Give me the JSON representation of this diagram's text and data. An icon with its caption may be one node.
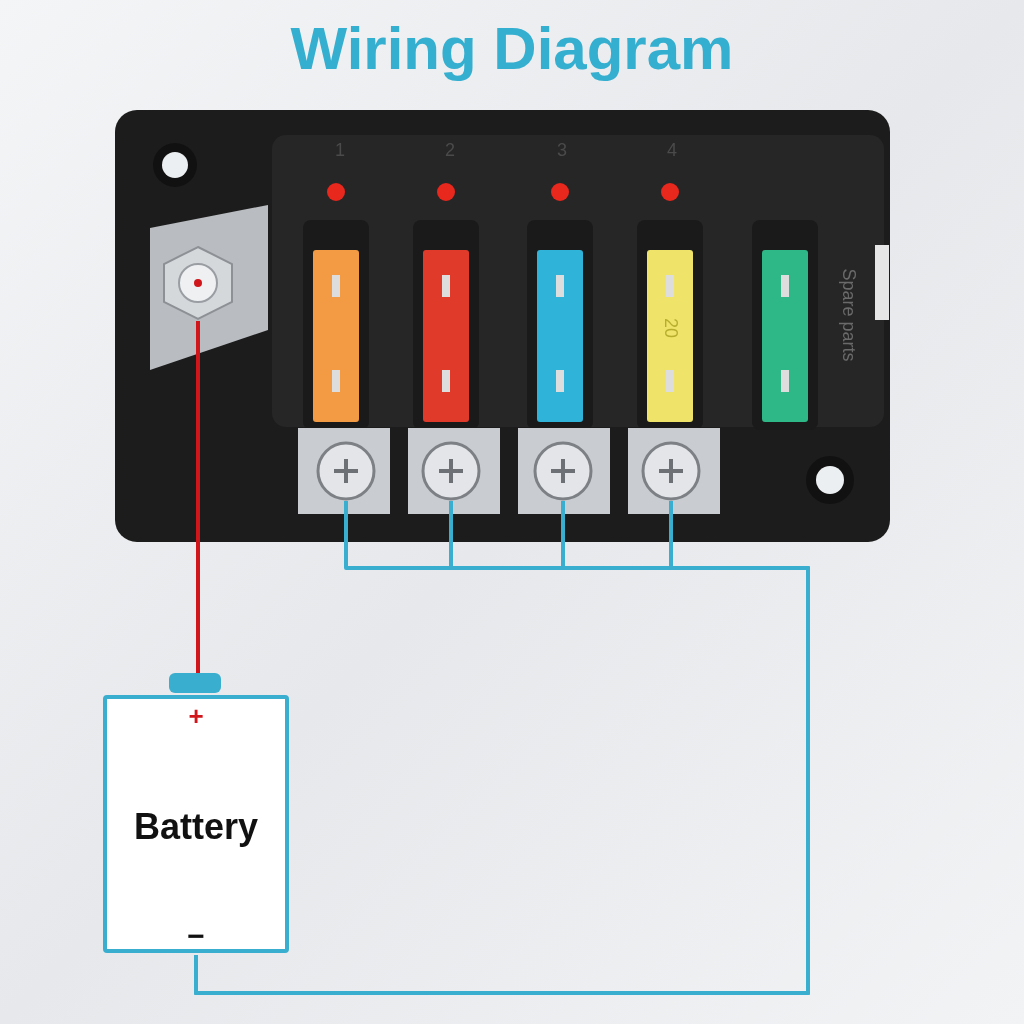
{
  "diagram": {
    "title": "Wiring Diagram",
    "nodes": [
      {
        "text": [],
        "shape": "picture"
      },
      {
        "text": [],
        "shape": "circle"
      },
      {
        "text": [],
        "shape": "circle"
      },
      {
        "text": [],
        "shape": "circle"
      },
      {
        "text": [],
        "shape": "circle"
      },
      {
        "text": [
          "+",
          "Battery",
          "−"
        ]
      }
    ],
    "edges": [
      {
        "from": 0,
        "to": 5,
        "arrow": "none",
        "color": "#d0161b"
      },
      {
        "from": 1,
        "to": 5,
        "arrow": "none"
      },
      {
        "from": 2,
        "to": 5,
        "arrow": "none"
      },
      {
        "from": 3,
        "to": 5,
        "arrow": "none"
      },
      {
        "from": 4,
        "to": 5,
        "arrow": "none"
      }
    ],
    "labels": [
      "1",
      "2",
      "3",
      "4",
      "20",
      "Spare parts"
    ]
  }
}
